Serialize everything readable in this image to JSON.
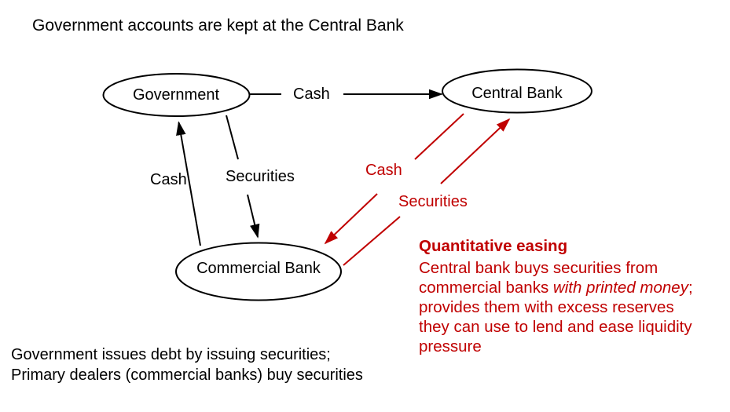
{
  "title": "Government accounts are kept at the Central Bank",
  "nodes": {
    "government": "Government",
    "central_bank": "Central Bank",
    "commercial_bank": "Commercial Bank"
  },
  "edges": {
    "gov_to_central_cash": "Cash",
    "commercial_to_gov_cash": "Cash",
    "gov_to_commercial_securities": "Securities",
    "central_to_commercial_cash": "Cash",
    "commercial_to_central_securities": "Securities"
  },
  "qe_note": {
    "heading": "Quantitative easing",
    "body_part1": "Central bank buys securities from commercial banks ",
    "body_italic": "with printed money",
    "body_part2": "; provides them with excess reserves they can use to lend and ease liquidity pressure"
  },
  "footnote": {
    "line1": "Government issues debt by issuing securities;",
    "line2": "Primary dealers (commercial banks) buy securities"
  },
  "colors": {
    "red": "#c00000",
    "black": "#000000"
  }
}
